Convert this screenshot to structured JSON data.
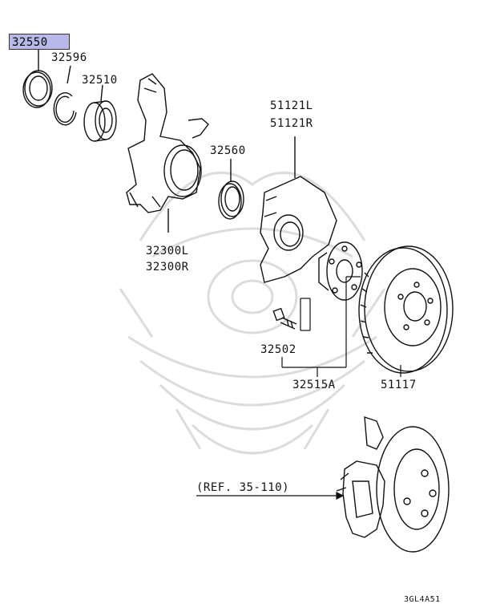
{
  "parts": {
    "hub_seal": "32550",
    "snap_ring": "32596",
    "bearing": "32510",
    "oil_seal": "32560",
    "knuckle_l": "32300L",
    "knuckle_r": "32300R",
    "cover_l": "51121L",
    "cover_r": "51121R",
    "hub_bolt": "32502",
    "hub_assy": "32515A",
    "rotor": "51117"
  },
  "reference": "(REF. 35-110)",
  "diagram_code": "3GL4A51",
  "colors": {
    "highlight": "#b8b9e8",
    "line": "#111111",
    "watermark": "#dcdcdc"
  }
}
